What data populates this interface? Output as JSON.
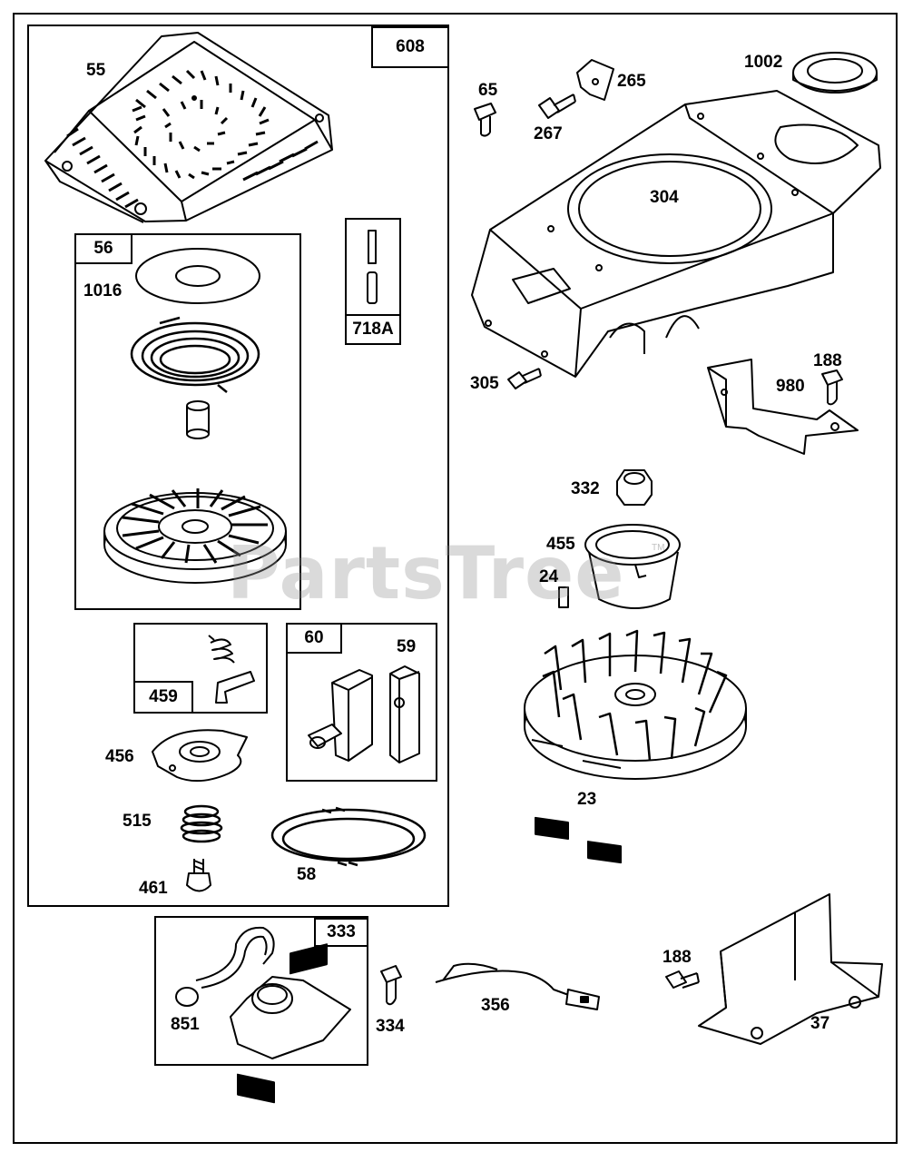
{
  "watermark": {
    "text": "PartsTree",
    "tm": "TM"
  },
  "groups": {
    "g608": "608",
    "g56": "56",
    "g718a": "718A",
    "g459": "459",
    "g60": "60",
    "g333": "333"
  },
  "parts": {
    "p55": "55",
    "p1016": "1016",
    "p65": "65",
    "p265": "265",
    "p267": "267",
    "p1002": "1002",
    "p304": "304",
    "p305": "305",
    "p188a": "188",
    "p980": "980",
    "p332": "332",
    "p455": "455",
    "p24": "24",
    "p23": "23",
    "p59": "59",
    "p456": "456",
    "p515": "515",
    "p461": "461",
    "p58": "58",
    "p851": "851",
    "p334": "334",
    "p356": "356",
    "p188b": "188",
    "p37": "37"
  }
}
